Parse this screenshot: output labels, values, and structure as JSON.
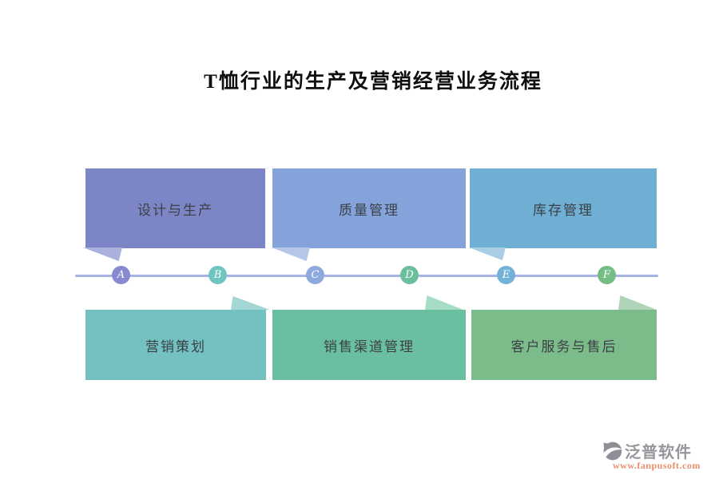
{
  "page": {
    "title": "T恤行业的生产及营销经营业务流程",
    "background": "#ffffff"
  },
  "timeline": {
    "line_color": "#a9b3e2",
    "nodes": [
      {
        "letter": "A",
        "color": "#858bce"
      },
      {
        "letter": "B",
        "color": "#6fc5bf"
      },
      {
        "letter": "C",
        "color": "#8da9de"
      },
      {
        "letter": "D",
        "color": "#6cbf9d"
      },
      {
        "letter": "E",
        "color": "#74b1d7"
      },
      {
        "letter": "F",
        "color": "#76bc85"
      }
    ]
  },
  "boxes": {
    "text_color": "#3c4045",
    "top": [
      {
        "label": "设计与生产",
        "color": "#7c86c6",
        "tail_color": "#a9b1dc",
        "node": "A"
      },
      {
        "label": "质量管理",
        "color": "#84a3da",
        "tail_color": "#b6c6e9",
        "node": "C"
      },
      {
        "label": "库存管理",
        "color": "#6fafd3",
        "tail_color": "#a9cee5",
        "node": "E"
      }
    ],
    "bottom": [
      {
        "label": "营销策划",
        "color": "#73c1c1",
        "tail_color": "#a2d7d3",
        "node": "B"
      },
      {
        "label": "销售渠道管理",
        "color": "#69bf9f",
        "tail_color": "#a7dcc7",
        "node": "D"
      },
      {
        "label": "客户服务与售后",
        "color": "#7cbc8b",
        "tail_color": "#afd4b8",
        "node": "F"
      }
    ]
  },
  "watermark": {
    "brand": "泛普软件",
    "url": "www.fanpusoft.com",
    "brand_color": "#96969c",
    "url_color": "#e88f6d",
    "icon_color": "#8e8e95"
  }
}
